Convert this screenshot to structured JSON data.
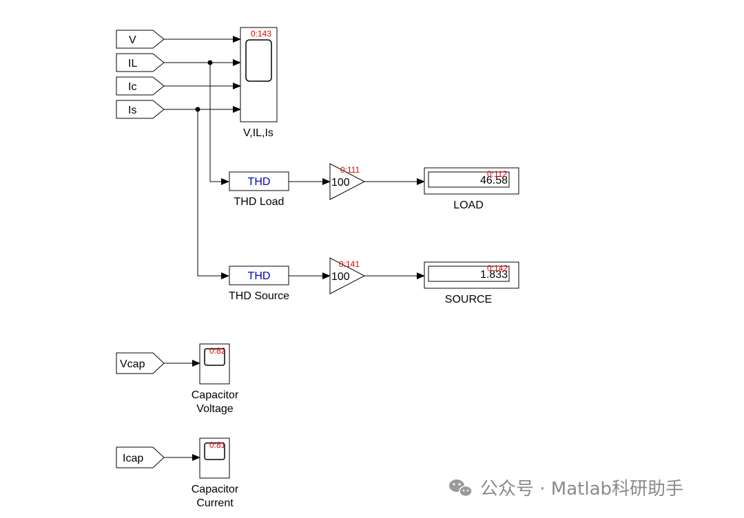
{
  "goto_tags": {
    "v": "V",
    "il": "IL",
    "ic": "Ic",
    "is": "Is",
    "vcap": "Vcap",
    "icap": "Icap"
  },
  "main_scope": {
    "id": "0:143",
    "label": "V,IL,Is"
  },
  "thd_load": {
    "block_text": "THD",
    "label": "THD Load"
  },
  "thd_source": {
    "block_text": "THD",
    "label": "THD Source"
  },
  "gain_load": {
    "id": "0:111",
    "value": "100"
  },
  "gain_source": {
    "id": "0:141",
    "value": "100"
  },
  "display_load": {
    "id": "0:112",
    "value": "46.58",
    "label": "LOAD"
  },
  "display_source": {
    "id": "0:142",
    "value": "1.833",
    "label": "SOURCE"
  },
  "cap_voltage_scope": {
    "id": "0:82",
    "label_line1": "Capacitor",
    "label_line2": "Voltage"
  },
  "cap_current_scope": {
    "id": "0:81",
    "label_line1": "Capacitor",
    "label_line2": "Current"
  },
  "watermark": {
    "text": "公众号 · Matlab科研助手",
    "icon": "wechat-icon"
  }
}
